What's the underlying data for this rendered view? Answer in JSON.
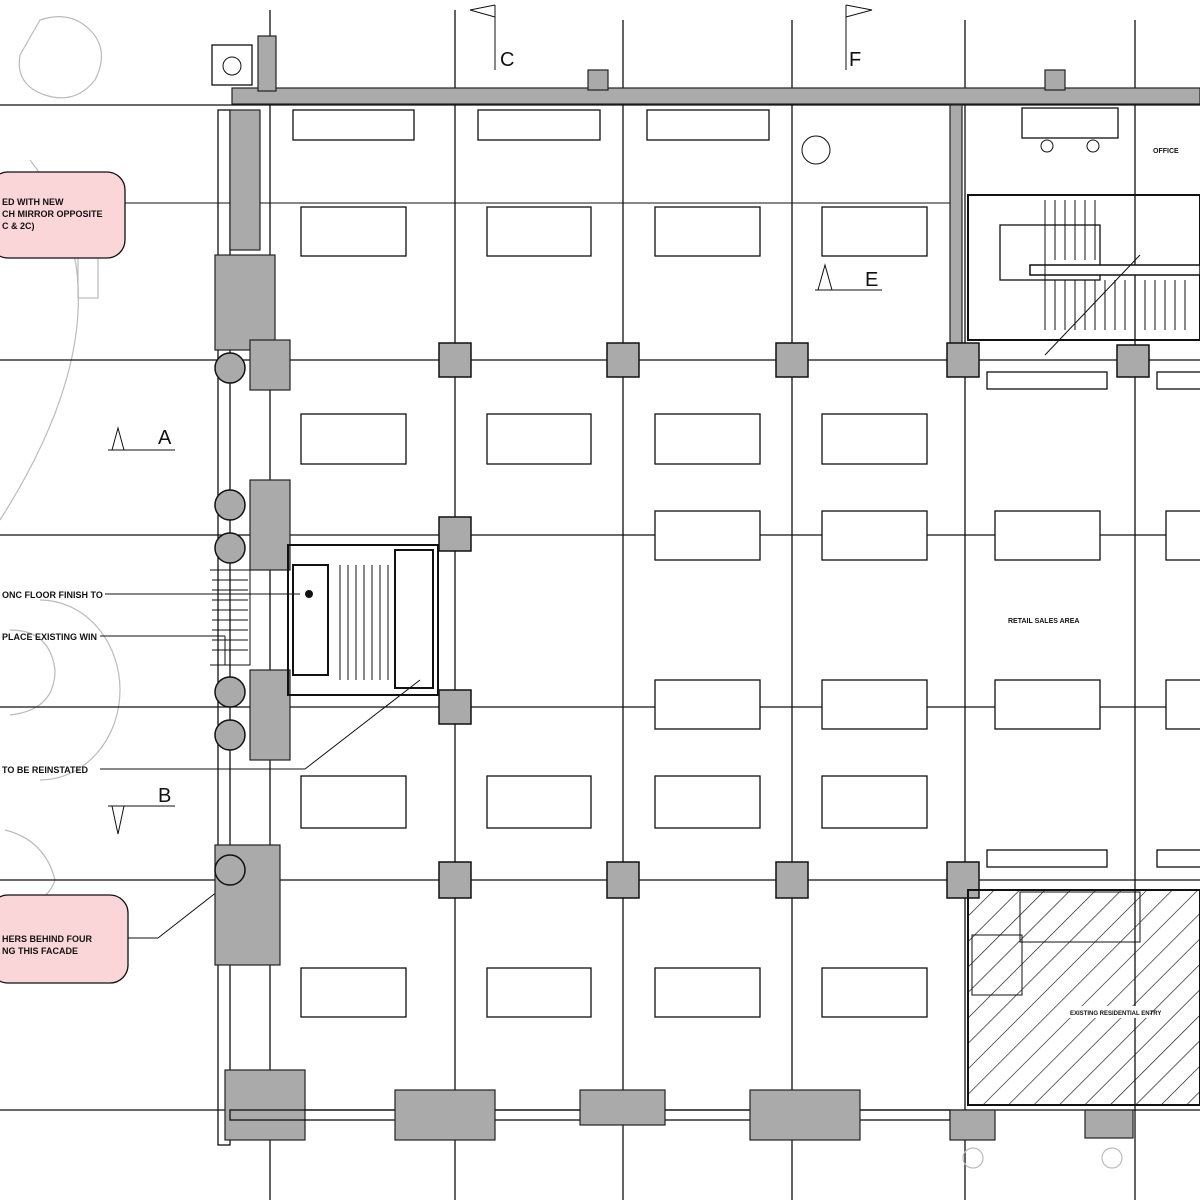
{
  "grid_labels": {
    "a": "A",
    "b": "B",
    "c": "C",
    "e": "E",
    "f": "F"
  },
  "notes": {
    "n1_line1": "ED WITH NEW",
    "n1_line2": "CH MIRROR OPPOSITE",
    "n1_line3": "C & 2C)",
    "n2": "ONC FLOOR FINISH TO",
    "n3": "PLACE EXISTING WIN",
    "n4": "TO BE REINSTATED",
    "n5_line1": "HERS BEHIND FOUR",
    "n5_line2": "NG THIS FACADE"
  },
  "rooms": {
    "retail": "RETAIL SALES AREA",
    "entry": "EXISTING RESIDENTIAL ENTRY",
    "office": "OFFICE"
  },
  "colors": {
    "cloud": "#fbd6d9",
    "wall": "#aaaaaa"
  }
}
